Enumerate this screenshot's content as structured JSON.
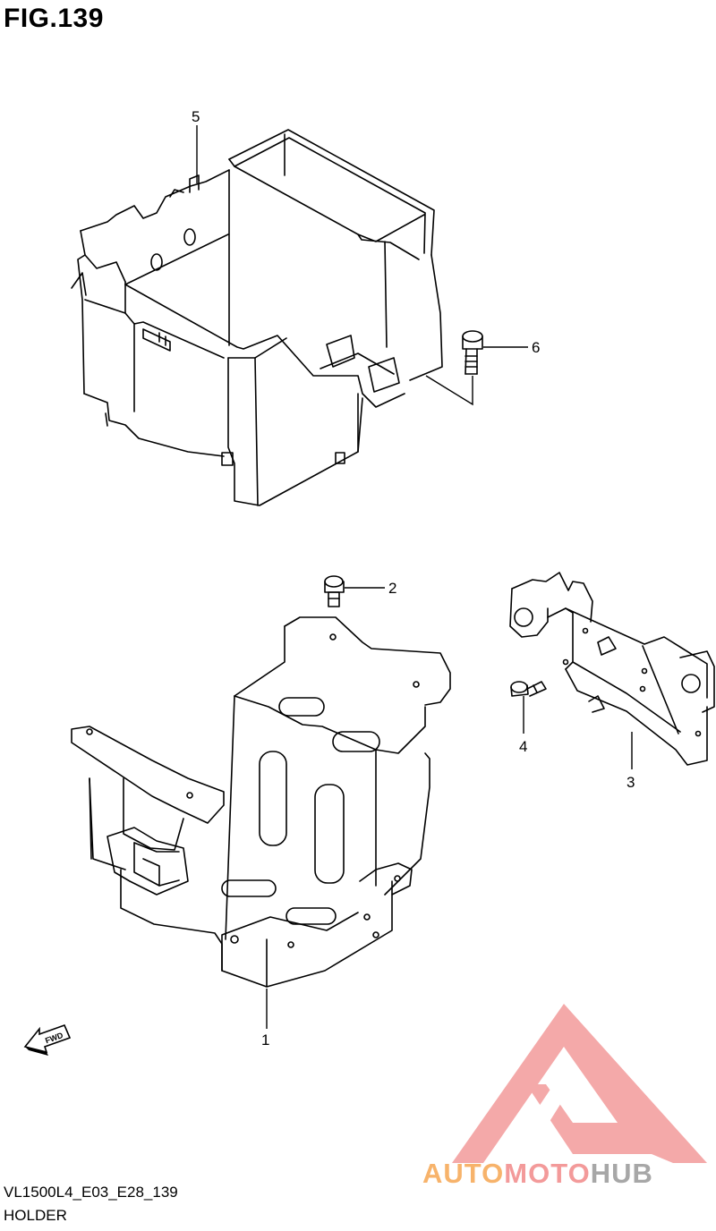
{
  "figure": {
    "title": "FIG.139"
  },
  "callouts": [
    "5",
    "6",
    "2",
    "1",
    "3",
    "4"
  ],
  "fwd_label": "FWD",
  "footer": {
    "code": "VL1500L4_E03_E28_139",
    "name": "HOLDER"
  },
  "watermark": {
    "parts": [
      "AUTO",
      "MOTO",
      "HUB"
    ],
    "colors": {
      "auto": "#f7b36b",
      "moto": "#f39a9a",
      "hub": "#a7a7a7",
      "triangle": "#f29a9a"
    }
  }
}
